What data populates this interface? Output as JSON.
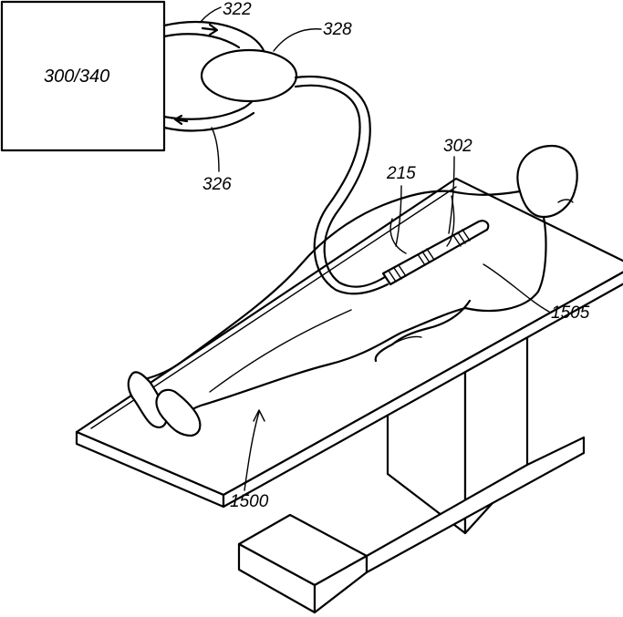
{
  "figure": {
    "box_label": "300/340",
    "labels": {
      "supply_line": "322",
      "connector": "328",
      "return_line": "326",
      "device": "302",
      "catheter": "215",
      "table": "1500",
      "patient": "1505"
    }
  }
}
